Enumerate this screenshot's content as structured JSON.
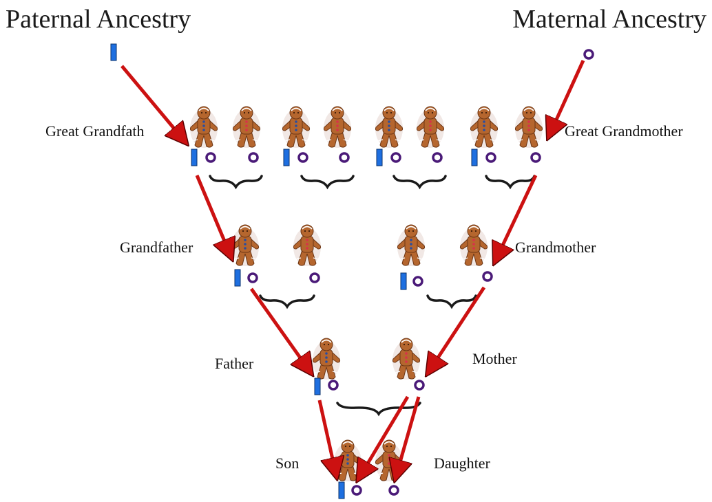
{
  "headers": {
    "paternal": "Paternal Ancestry",
    "maternal": "Maternal Ancestry"
  },
  "labels": {
    "great_grandfather": "Great Grandfath",
    "great_grandmother": "Great Grandmother",
    "grandfather": "Grandfather",
    "grandmother": "Grandmother",
    "father": "Father",
    "mother": "Mother",
    "son": "Son",
    "daughter": "Daughter"
  },
  "colors": {
    "y_marker": "#1e6fe0",
    "mito_marker": "#4a1a78",
    "arrow": "#cc1111",
    "figure": "#b5662e",
    "brace": "#1a1a1a"
  },
  "icons": {
    "figure": "gingerbread-figure-icon",
    "y_marker": "y-chromosome-bar-icon",
    "mito_marker": "mitochondria-ring-icon"
  }
}
